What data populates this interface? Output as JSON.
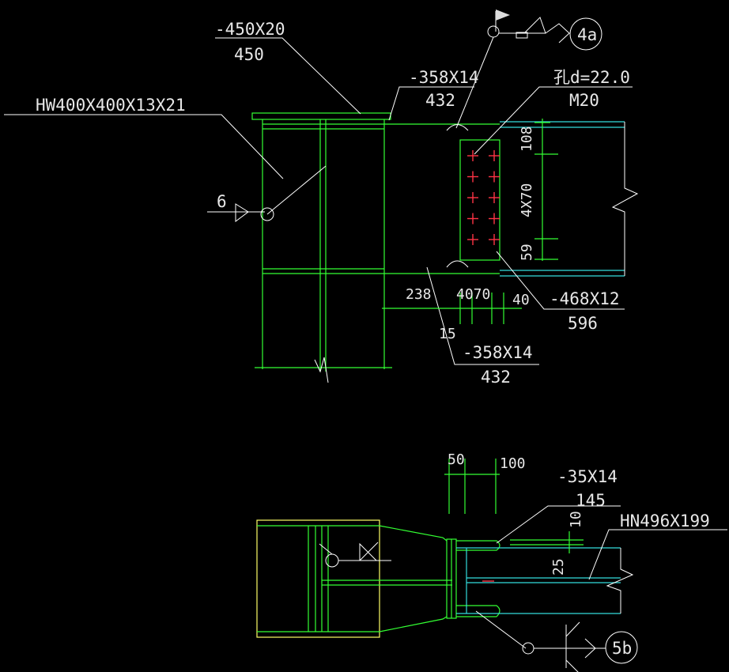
{
  "labels": {
    "top_plate_spec": "-450X20",
    "top_plate_len": "450",
    "column_section": "HW400X400X13X21",
    "flange_plate_top_spec": "-358X14",
    "flange_plate_top_len": "432",
    "hole_spec": "孔d=22.0",
    "bolt_spec": "M20",
    "weld_size_6": "6",
    "detail_4a": "4a",
    "dim_108": "108",
    "dim_4x70": "4X70",
    "dim_59": "59",
    "web_plate_spec": "-468X12",
    "web_plate_len": "596",
    "dim_238": "238",
    "dim_40_70": "4070",
    "dim_40": "40",
    "dim_15": "15",
    "flange_plate_bot_spec": "-358X14",
    "flange_plate_bot_len": "432",
    "dim_50": "50",
    "dim_100": "100",
    "stiffener_spec": "-35X14",
    "stiffener_len": "145",
    "dim_10": "10",
    "beam_section": "HN496X199",
    "dim_25": "25",
    "detail_5b": "5b"
  },
  "colors": {
    "background": "#000000",
    "steel": "#33ff33",
    "column_face": "#ffff66",
    "beam": "#33dddd",
    "bolt": "#ff3344",
    "leader": "#ffffff"
  }
}
